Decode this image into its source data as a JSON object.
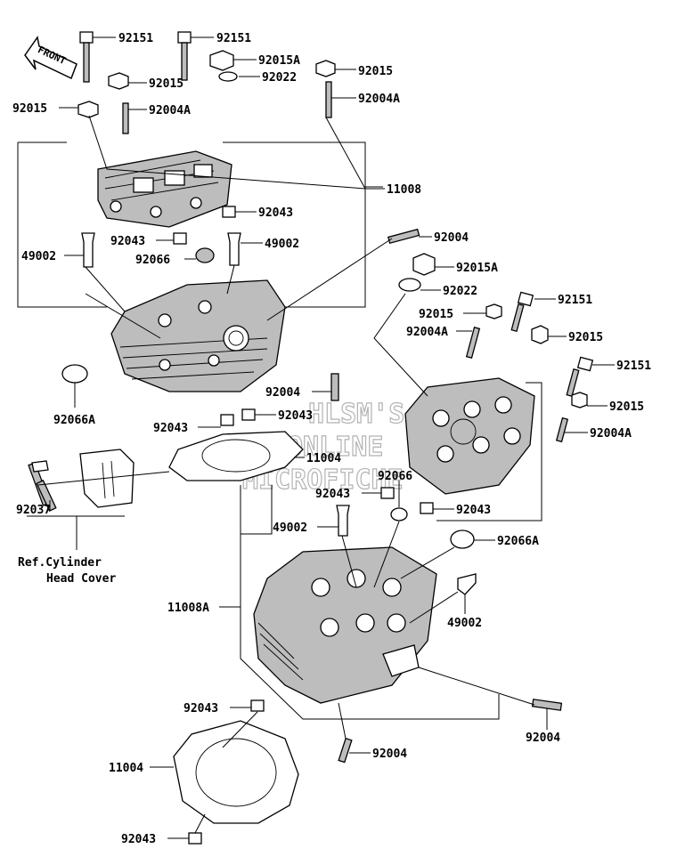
{
  "front_arrow": {
    "text": "FRONT"
  },
  "watermark": {
    "line1": "HLSM'S",
    "line2": "ONLINE",
    "line3": "MICROFICHE"
  },
  "callouts": [
    {
      "id": "c1",
      "text": "92151"
    },
    {
      "id": "c2",
      "text": "92151"
    },
    {
      "id": "c3",
      "text": "92015A"
    },
    {
      "id": "c4",
      "text": "92015"
    },
    {
      "id": "c5",
      "text": "92015"
    },
    {
      "id": "c6",
      "text": "92022"
    },
    {
      "id": "c7",
      "text": "92015"
    },
    {
      "id": "c8",
      "text": "92004A"
    },
    {
      "id": "c9",
      "text": "92004A"
    },
    {
      "id": "c10",
      "text": "11008"
    },
    {
      "id": "c11",
      "text": "92043"
    },
    {
      "id": "c12",
      "text": "92043"
    },
    {
      "id": "c13",
      "text": "49002"
    },
    {
      "id": "c14",
      "text": "49002"
    },
    {
      "id": "c15",
      "text": "92066"
    },
    {
      "id": "c16",
      "text": "92004"
    },
    {
      "id": "c17",
      "text": "92015A"
    },
    {
      "id": "c18",
      "text": "92022"
    },
    {
      "id": "c19",
      "text": "92015"
    },
    {
      "id": "c20",
      "text": "92151"
    },
    {
      "id": "c21",
      "text": "92004A"
    },
    {
      "id": "c22",
      "text": "92015"
    },
    {
      "id": "c23",
      "text": "92151"
    },
    {
      "id": "c24",
      "text": "92066A"
    },
    {
      "id": "c25",
      "text": "92004"
    },
    {
      "id": "c26",
      "text": "92043"
    },
    {
      "id": "c27",
      "text": "92015"
    },
    {
      "id": "c28",
      "text": "92004A"
    },
    {
      "id": "c29",
      "text": "92043"
    },
    {
      "id": "c30",
      "text": "11004"
    },
    {
      "id": "c31",
      "text": "92066"
    },
    {
      "id": "c32",
      "text": "92043"
    },
    {
      "id": "c33",
      "text": "92037"
    },
    {
      "id": "c34",
      "text": "92043"
    },
    {
      "id": "c35",
      "text": "49002"
    },
    {
      "id": "c36",
      "text": "92066A"
    },
    {
      "id": "c37",
      "text": "49002"
    },
    {
      "id": "c38",
      "text": "11008A"
    },
    {
      "id": "c39",
      "text": "92043"
    },
    {
      "id": "c40",
      "text": "92004"
    },
    {
      "id": "c41",
      "text": "92004"
    },
    {
      "id": "c42",
      "text": "11004"
    },
    {
      "id": "c43",
      "text": "92043"
    }
  ],
  "reference_note": {
    "line1": "Ref.Cylinder",
    "line2": "Head Cover"
  }
}
